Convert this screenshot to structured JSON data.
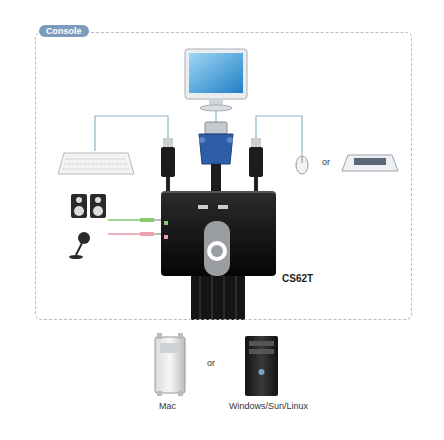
{
  "diagram": {
    "nodes": [
      {
        "text": [
          "Console"
        ]
      },
      {
        "text": [
          "CS62T"
        ],
        "in": 0
      }
    ],
    "labels": [
      "or",
      "or",
      "Mac",
      "Windows/Sun/Linux"
    ]
  }
}
